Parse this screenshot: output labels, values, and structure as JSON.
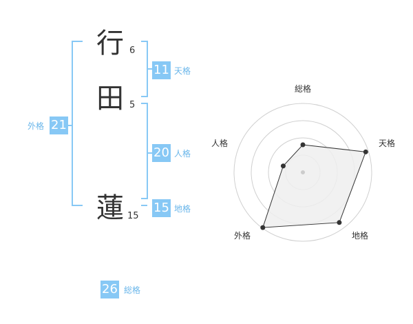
{
  "name": {
    "characters": [
      {
        "char": "行",
        "strokes": "6"
      },
      {
        "char": "田",
        "strokes": "5"
      },
      {
        "char": "蓮",
        "strokes": "15"
      }
    ]
  },
  "kakusuu": {
    "tenkaku": {
      "value": "11",
      "label": "天格"
    },
    "jinkaku": {
      "value": "20",
      "label": "人格"
    },
    "chikaku": {
      "value": "15",
      "label": "地格"
    },
    "gaikaku": {
      "value": "21",
      "label": "外格"
    },
    "soukaku": {
      "value": "26",
      "label": "総格"
    }
  },
  "colors": {
    "accent": "#87c8f5",
    "label_text": "#6ab6ea",
    "bracket": "#87c8f5",
    "main_text": "#333333",
    "radar_grid": "#cfcfcf",
    "radar_fill": "#eeeeee",
    "radar_line": "#333333"
  },
  "chart_data": {
    "type": "radar",
    "axes": [
      "総格",
      "天格",
      "地格",
      "外格",
      "人格"
    ],
    "values": [
      0.4,
      0.96,
      0.9,
      0.99,
      0.3
    ],
    "scale_max": 1,
    "rings": 4
  }
}
